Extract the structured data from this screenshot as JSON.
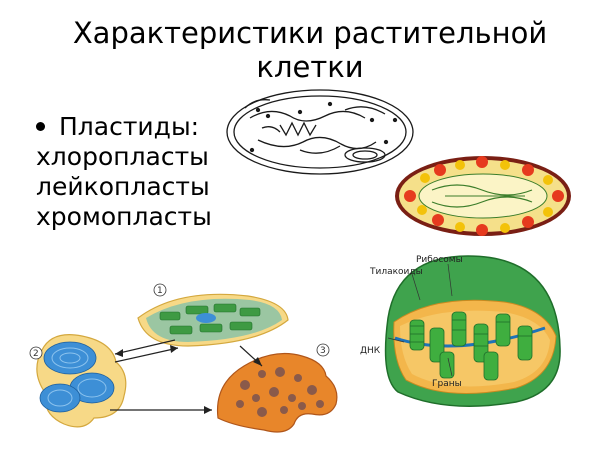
{
  "slide": {
    "title_line1": "Характеристики растительной",
    "title_line2": "клетки",
    "bullet": "Пластиды:",
    "items": [
      "хлоропласты",
      "лейкопласты",
      "хромопласты"
    ]
  },
  "chloroplast_diagram": {
    "labels": {
      "ribosomes": "Рибосомы",
      "thylakoids": "Тилакоиды",
      "dna": "ДНК",
      "grana": "Граны"
    }
  },
  "plastid_cycle": {
    "numbers": [
      "1",
      "2",
      "3"
    ]
  },
  "colors": {
    "stroma_green": "#5aa832",
    "grana_green": "#3fae3f",
    "leucoplast_blue": "#3d8fd6",
    "chromoplast_orange": "#e8862a",
    "outline": "#1a1a1a"
  }
}
